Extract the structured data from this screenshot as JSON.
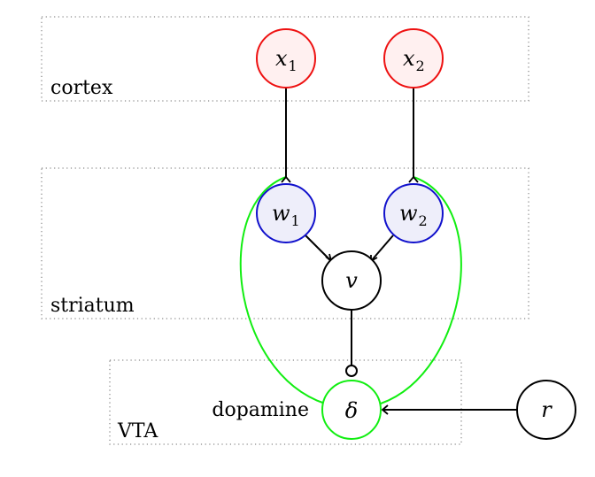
{
  "regions": {
    "cortex": "cortex",
    "striatum": "striatum",
    "vta": "VTA"
  },
  "nodes": {
    "x1": {
      "base": "x",
      "sub": "1"
    },
    "x2": {
      "base": "x",
      "sub": "2"
    },
    "w1": {
      "base": "w",
      "sub": "1"
    },
    "w2": {
      "base": "w",
      "sub": "2"
    },
    "v": {
      "base": "v"
    },
    "delta": {
      "base": "δ"
    },
    "r": {
      "base": "r"
    }
  },
  "labels": {
    "dopamine": "dopamine"
  },
  "colors": {
    "input_stroke": "#ee1111",
    "input_fill": "#fff0f0",
    "weight_stroke": "#1111cc",
    "weight_fill": "#eeeefa",
    "dopamine_stroke": "#11ee11",
    "neutral_stroke": "#000000",
    "region_border": "#888888"
  }
}
